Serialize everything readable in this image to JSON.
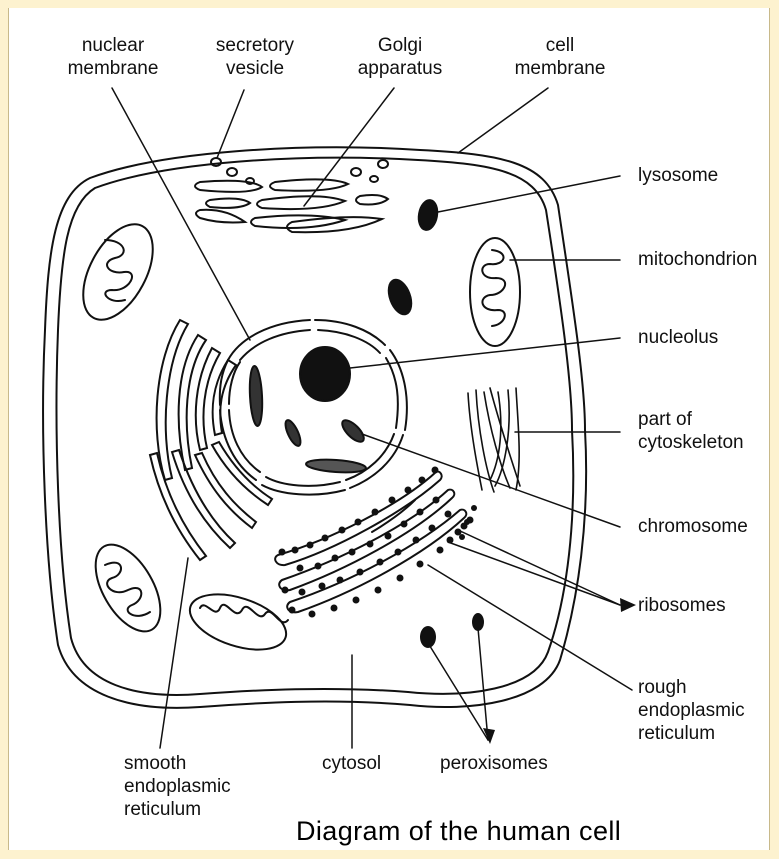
{
  "title": "Diagram of the human cell",
  "labels": {
    "nuclear_membrane": "nuclear\nmembrane",
    "secretory_vesicle": "secretory\nvesicle",
    "golgi_apparatus": "Golgi\napparatus",
    "cell_membrane": "cell\nmembrane",
    "lysosome": "lysosome",
    "mitochondrion": "mitochondrion",
    "nucleolus": "nucleolus",
    "cytoskeleton": "part of\ncytoskeleton",
    "chromosome": "chromosome",
    "ribosomes": "ribosomes",
    "rough_er": "rough\nendoplasmic\nreticulum",
    "smooth_er": "smooth\nendoplasmic\nreticulum",
    "cytosol": "cytosol",
    "peroxisomes": "peroxisomes"
  },
  "colors": {
    "background": "#fdf2cf",
    "panel": "#ffffff",
    "ink": "#111111"
  }
}
